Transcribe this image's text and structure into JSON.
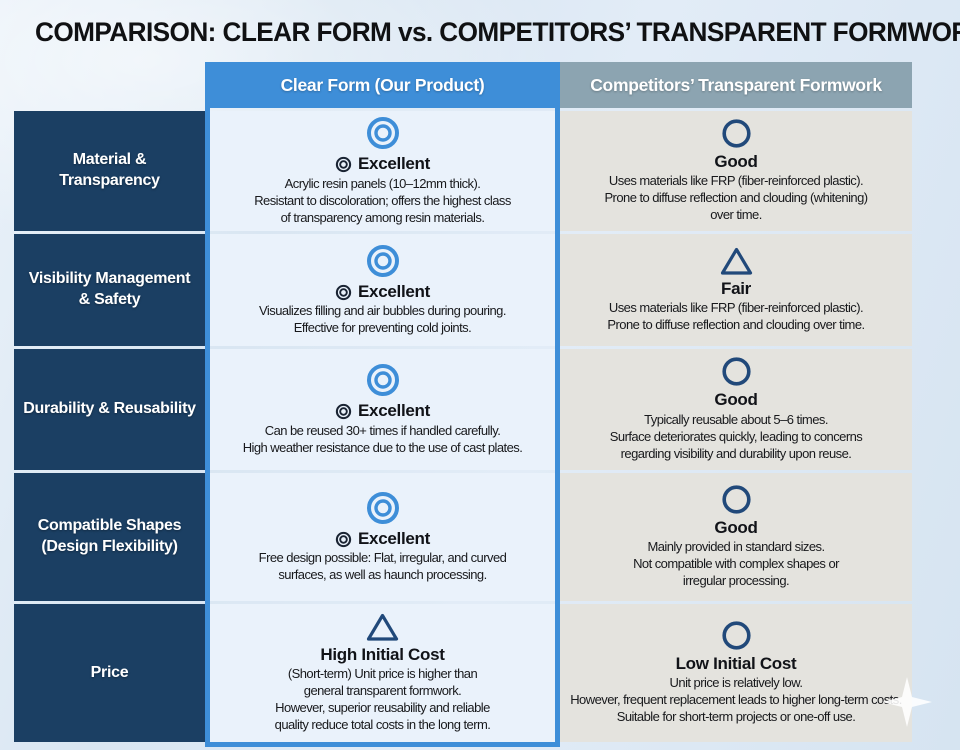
{
  "title": "COMPARISON: CLEAR FORM vs. COMPETITORS’ TRANSPARENT FORMWORK",
  "columns": {
    "product": "Clear Form (Our Product)",
    "competitor": "Competitors’ Transparent Formwork"
  },
  "colors": {
    "accent_blue": "#3E8ED8",
    "header_gray": "#8CA4B1",
    "label_panel_navy": "#1B3F63",
    "icon_navy": "#21497A",
    "inline_icon_dark": "#1A2433",
    "product_cell_bg": "#EAF2FB",
    "competitor_cell_bg": "#E4E3DE",
    "page_bg": "#DDE8F4",
    "title_color": "#101113"
  },
  "rows": [
    {
      "label": "Material &\nTransparency",
      "product": {
        "icon": "double-circle",
        "inline_icon": "double-circle",
        "rating": "Excellent",
        "desc": "Acrylic resin panels (10–12mm thick).\nResistant to discoloration; offers the highest class\nof transparency among resin materials."
      },
      "competitor": {
        "icon": "circle",
        "rating": "Good",
        "desc": "Uses materials like FRP (fiber-reinforced plastic).\nProne to diffuse reflection and clouding (whitening)\nover time."
      }
    },
    {
      "label": "Visibility Management\n& Safety",
      "product": {
        "icon": "double-circle",
        "inline_icon": "double-circle",
        "rating": "Excellent",
        "desc": "Visualizes filling and air bubbles during pouring.\nEffective for preventing cold joints."
      },
      "competitor": {
        "icon": "triangle",
        "rating": "Fair",
        "desc": "Uses materials like FRP (fiber-reinforced plastic).\nProne to diffuse reflection and clouding over time."
      }
    },
    {
      "label": "Durability & Reusability",
      "product": {
        "icon": "double-circle",
        "inline_icon": "double-circle",
        "rating": "Excellent",
        "desc": "Can be reused 30+ times if handled carefully.\nHigh weather resistance due to the use of cast plates."
      },
      "competitor": {
        "icon": "circle",
        "rating": "Good",
        "desc": "Typically reusable about 5–6 times.\nSurface deteriorates quickly, leading to concerns\nregarding visibility and durability upon reuse."
      }
    },
    {
      "label": "Compatible Shapes\n(Design Flexibility)",
      "product": {
        "icon": "double-circle",
        "inline_icon": "double-circle",
        "rating": "Excellent",
        "desc": "Free design possible: Flat, irregular, and curved\nsurfaces, as well as haunch processing."
      },
      "competitor": {
        "icon": "circle",
        "rating": "Good",
        "desc": "Mainly provided in standard sizes.\nNot compatible with complex shapes or\nirregular processing."
      }
    },
    {
      "label": "Price",
      "product": {
        "icon": "triangle",
        "rating": "High Initial Cost",
        "desc": "(Short-term) Unit price is higher than\ngeneral transparent formwork.\nHowever, superior reusability and reliable\nquality reduce total costs in the long term."
      },
      "competitor": {
        "icon": "circle",
        "rating": "Low Initial Cost",
        "desc": "Unit price is relatively low.\nHowever, frequent replacement leads to higher long-term costs.\nSuitable for short-term projects or one-off use."
      }
    }
  ]
}
